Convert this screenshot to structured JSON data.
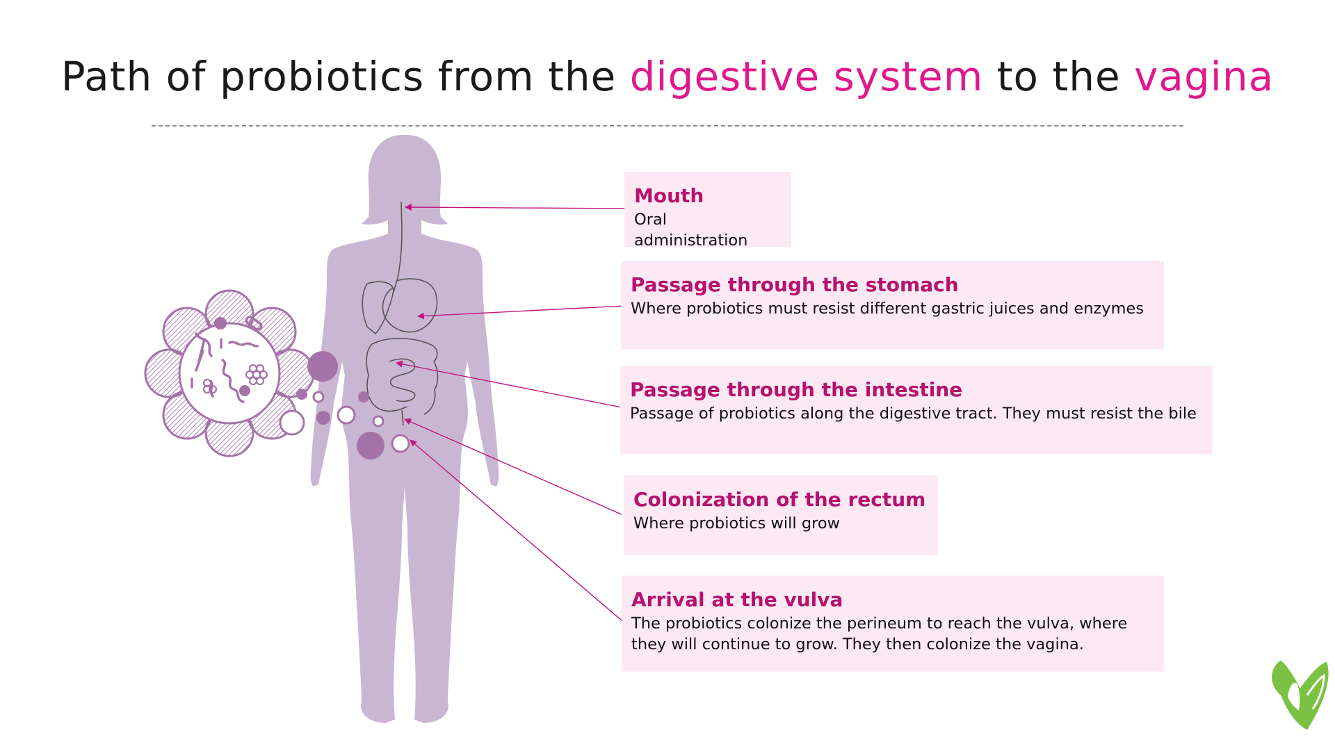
{
  "title": {
    "part1": "Path of probiotics from the ",
    "accent1": "digestive system",
    "part2": " to the ",
    "accent2": "vagina"
  },
  "steps": [
    {
      "head": "Mouth",
      "desc": "Oral administration"
    },
    {
      "head": "Passage through the stomach",
      "desc": "Where probiotics must resist different gastric juices and enzymes"
    },
    {
      "head": "Passage through the intestine",
      "desc": "Passage of probiotics along the digestive tract. They must resist the bile"
    },
    {
      "head": "Colonization of the rectum",
      "desc": "Where probiotics will grow"
    },
    {
      "head": "Arrival at the vulva",
      "desc": "The probiotics colonize the perineum to reach the vulva, where they will continue to grow. They then colonize the vagina."
    }
  ],
  "colors": {
    "accent": "#e0188c",
    "heading": "#b5126f",
    "box_bg": "#fce9f4",
    "silhouette": "#c9b6d3",
    "bubble": "#a573a8",
    "leader_line": "#c0157a",
    "logo_green": "#7cc242"
  },
  "icons": [
    "human-silhouette",
    "digestive-tract",
    "bacteria-cluster-icon",
    "probiotic-bubbles",
    "heart-leaf-logo-icon"
  ]
}
